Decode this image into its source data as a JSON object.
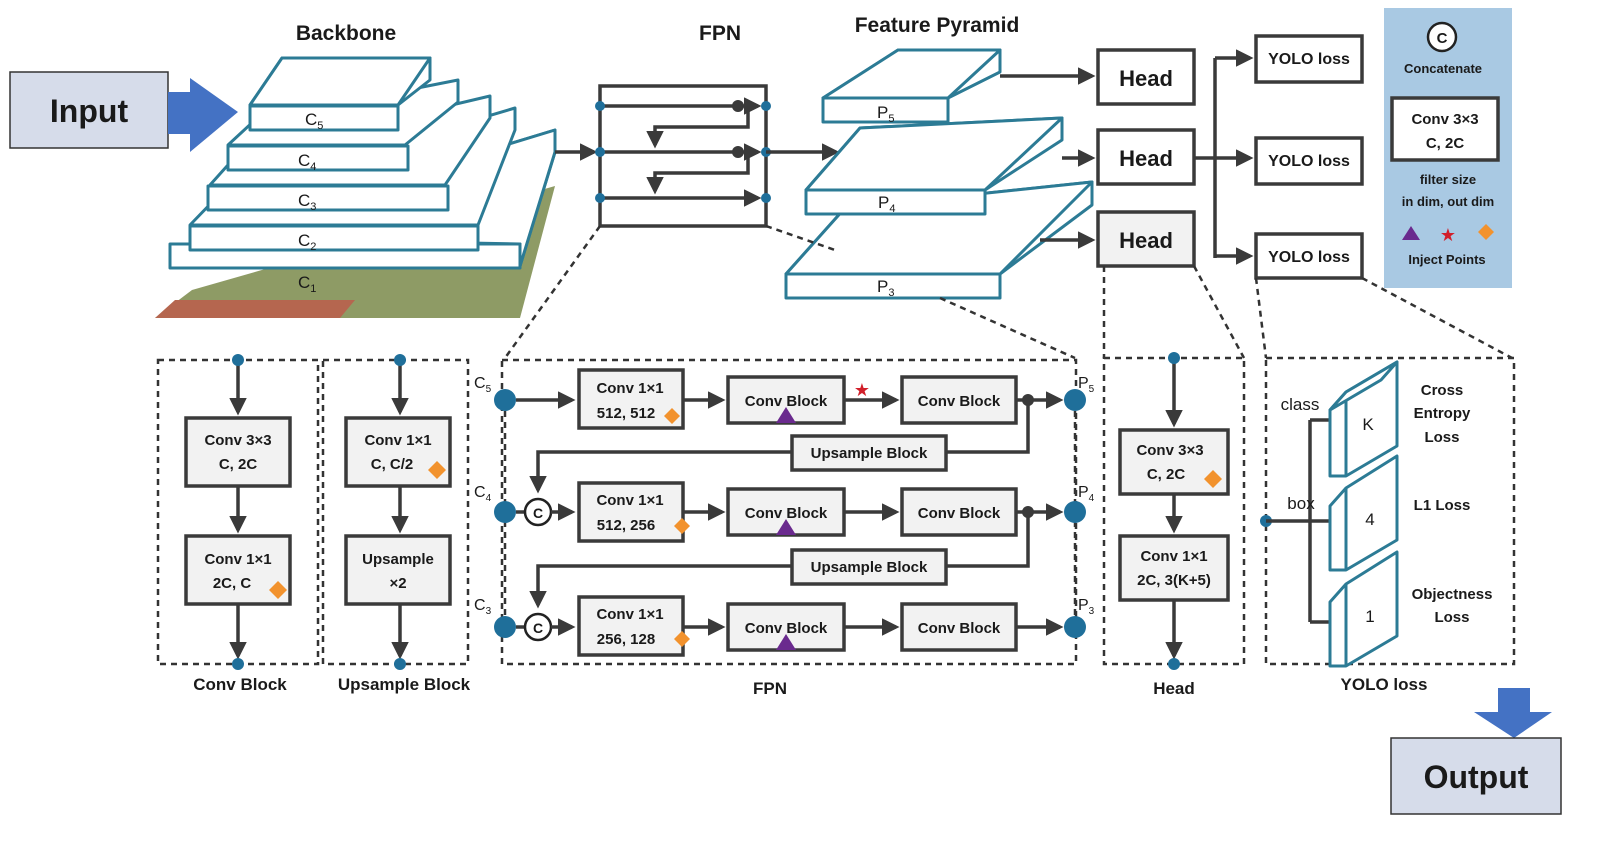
{
  "input": {
    "label": "Input"
  },
  "output": {
    "label": "Output"
  },
  "titles": {
    "backbone": "Backbone",
    "fpn": "FPN",
    "feature_pyramid": "Feature Pyramid"
  },
  "backbone_layers": [
    "C",
    "C",
    "C",
    "C",
    "C"
  ],
  "backbone_subscripts": [
    "5",
    "4",
    "3",
    "2",
    "1"
  ],
  "pyramid_levels": {
    "letter": "P",
    "subs": [
      "5",
      "4",
      "3"
    ]
  },
  "heads": [
    "Head",
    "Head",
    "Head"
  ],
  "yolo_losses": [
    "YOLO loss",
    "YOLO loss",
    "YOLO loss"
  ],
  "legend": {
    "concat_symbol": "C",
    "concat_label": "Concatenate",
    "conv_line1": "Conv 3×3",
    "conv_line2": "C, 2C",
    "filter_line1": "filter size",
    "filter_line2": "in dim, out dim",
    "inject_label": "Inject Points",
    "bg_color": "#a9c9e3"
  },
  "conv_block": {
    "title": "Conv Block",
    "box1": [
      "Conv 3×3",
      "C, 2C"
    ],
    "box2": [
      "Conv 1×1",
      "2C, C"
    ]
  },
  "upsample_block": {
    "title": "Upsample Block",
    "box1": [
      "Conv 1×1",
      "C, C/2"
    ],
    "box2": [
      "Upsample",
      "×2"
    ]
  },
  "fpn_detail": {
    "title": "FPN",
    "inputs": [
      {
        "letter": "C",
        "sub": "5"
      },
      {
        "letter": "C",
        "sub": "4"
      },
      {
        "letter": "C",
        "sub": "3"
      }
    ],
    "outputs": [
      {
        "letter": "P",
        "sub": "5"
      },
      {
        "letter": "P",
        "sub": "4"
      },
      {
        "letter": "P",
        "sub": "3"
      }
    ],
    "rows": [
      {
        "conv": [
          "Conv 1×1",
          "512, 512"
        ],
        "block1": "Conv Block",
        "block2": "Conv Block"
      },
      {
        "conv": [
          "Conv 1×1",
          "512, 256"
        ],
        "block1": "Conv Block",
        "block2": "Conv Block"
      },
      {
        "conv": [
          "Conv 1×1",
          "256, 128"
        ],
        "block1": "Conv Block",
        "block2": "Conv Block"
      }
    ],
    "upsample_label": "Upsample Block",
    "concat_symbol": "C"
  },
  "head_detail": {
    "title": "Head",
    "box1": [
      "Conv 3×3",
      "C, 2C"
    ],
    "box2": [
      "Conv 1×1",
      "2C, 3(K+5)"
    ]
  },
  "yolo_detail": {
    "title": "YOLO loss",
    "branch_class": "class",
    "branch_box": "box",
    "tensors": [
      "K",
      "4",
      "1"
    ],
    "losses": [
      [
        "Cross",
        "Entropy",
        "Loss"
      ],
      [
        "L1 Loss"
      ],
      [
        "Objectness",
        "Loss"
      ]
    ]
  },
  "colors": {
    "accent_blue": "#4472c4",
    "io_box_fill": "#d6dcea",
    "slab_stroke": "#2c7b95",
    "node_dot": "#1f6f9a",
    "inject_triangle": "#6a2a8e",
    "inject_star": "#d11f2a",
    "inject_diamond": "#f2922d"
  }
}
